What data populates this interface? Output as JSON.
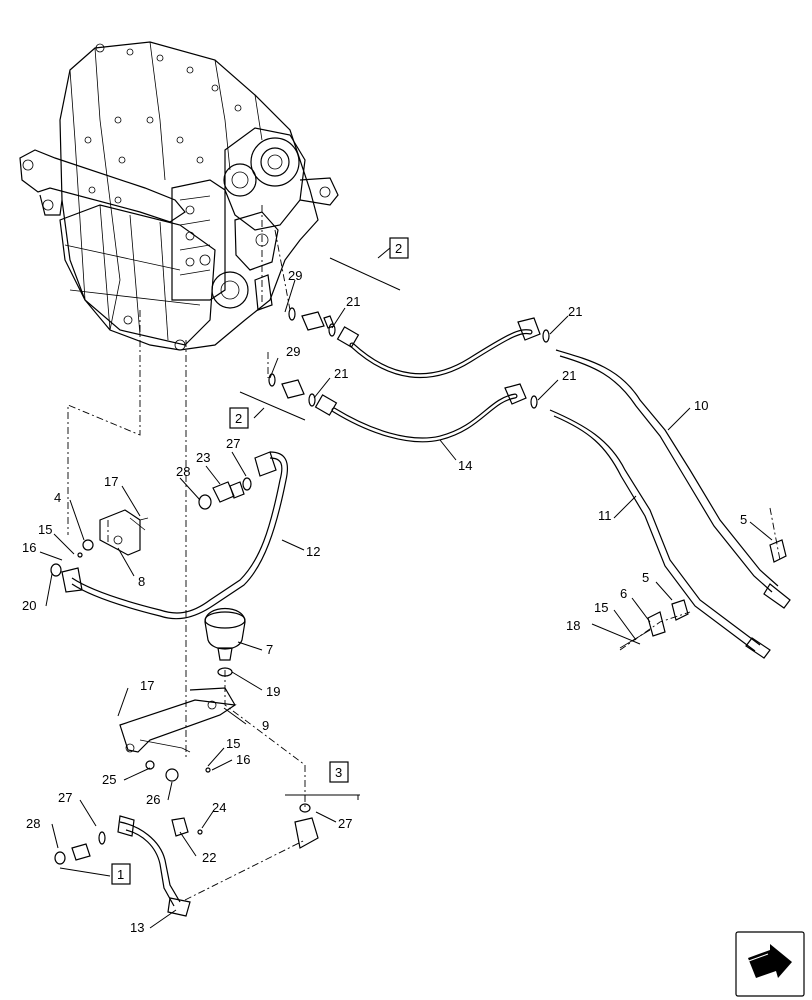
{
  "diagram": {
    "callouts": [
      {
        "id": "c29a",
        "label": "29"
      },
      {
        "id": "c21a",
        "label": "21"
      },
      {
        "id": "c21b",
        "label": "21"
      },
      {
        "id": "c29b",
        "label": "29"
      },
      {
        "id": "c21c",
        "label": "21"
      },
      {
        "id": "c21d",
        "label": "21"
      },
      {
        "id": "c10",
        "label": "10"
      },
      {
        "id": "c14",
        "label": "14"
      },
      {
        "id": "c11",
        "label": "11"
      },
      {
        "id": "c27a",
        "label": "27"
      },
      {
        "id": "c23",
        "label": "23"
      },
      {
        "id": "c28a",
        "label": "28"
      },
      {
        "id": "c17a",
        "label": "17"
      },
      {
        "id": "c4",
        "label": "4"
      },
      {
        "id": "c15a",
        "label": "15"
      },
      {
        "id": "c16a",
        "label": "16"
      },
      {
        "id": "c12",
        "label": "12"
      },
      {
        "id": "c8",
        "label": "8"
      },
      {
        "id": "c20",
        "label": "20"
      },
      {
        "id": "c5a",
        "label": "5"
      },
      {
        "id": "c5b",
        "label": "5"
      },
      {
        "id": "c6",
        "label": "6"
      },
      {
        "id": "c15b",
        "label": "15"
      },
      {
        "id": "c18",
        "label": "18"
      },
      {
        "id": "c7",
        "label": "7"
      },
      {
        "id": "c17b",
        "label": "17"
      },
      {
        "id": "c19",
        "label": "19"
      },
      {
        "id": "c9",
        "label": "9"
      },
      {
        "id": "c15c",
        "label": "15"
      },
      {
        "id": "c16b",
        "label": "16"
      },
      {
        "id": "c25",
        "label": "25"
      },
      {
        "id": "c26",
        "label": "26"
      },
      {
        "id": "c27b",
        "label": "27"
      },
      {
        "id": "c28b",
        "label": "28"
      },
      {
        "id": "c24",
        "label": "24"
      },
      {
        "id": "c22",
        "label": "22"
      },
      {
        "id": "c27c",
        "label": "27"
      },
      {
        "id": "c13",
        "label": "13"
      }
    ],
    "reference_boxes": [
      {
        "id": "b2a",
        "label": "2"
      },
      {
        "id": "b2b",
        "label": "2"
      },
      {
        "id": "b3",
        "label": "3"
      },
      {
        "id": "b1",
        "label": "1"
      }
    ]
  }
}
